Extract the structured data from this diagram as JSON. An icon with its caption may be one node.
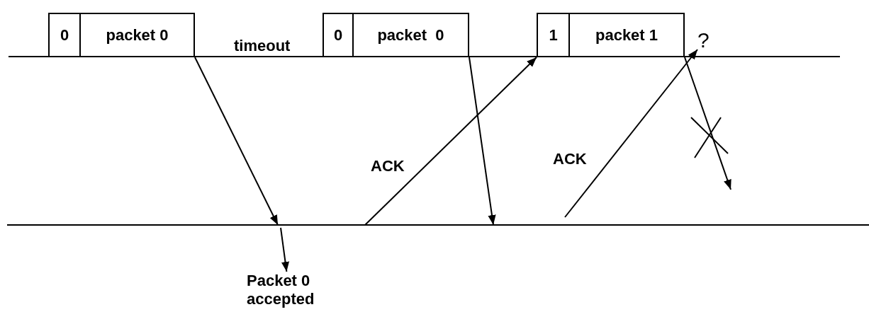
{
  "diagram": {
    "nodes": [
      {
        "text": [
          "0",
          "packet 0"
        ]
      },
      {
        "text": [
          "0",
          "packet  0"
        ]
      },
      {
        "text": [
          "1",
          "packet 1"
        ]
      },
      {
        "text": [
          "Packet 0 accepted"
        ]
      },
      {
        "text": [
          "?"
        ]
      }
    ],
    "edges": [
      {
        "from": 0,
        "to": null,
        "arrow": "to"
      },
      {
        "from": null,
        "to": 3,
        "arrow": "to"
      },
      {
        "from": null,
        "to": 2,
        "arrow": "to",
        "label": "ACK"
      },
      {
        "from": 1,
        "to": null,
        "arrow": "to"
      },
      {
        "from": null,
        "to": 4,
        "arrow": "to",
        "label": "ACK"
      },
      {
        "from": 2,
        "to": null,
        "arrow": "to"
      }
    ],
    "labels": [
      "timeout"
    ]
  }
}
